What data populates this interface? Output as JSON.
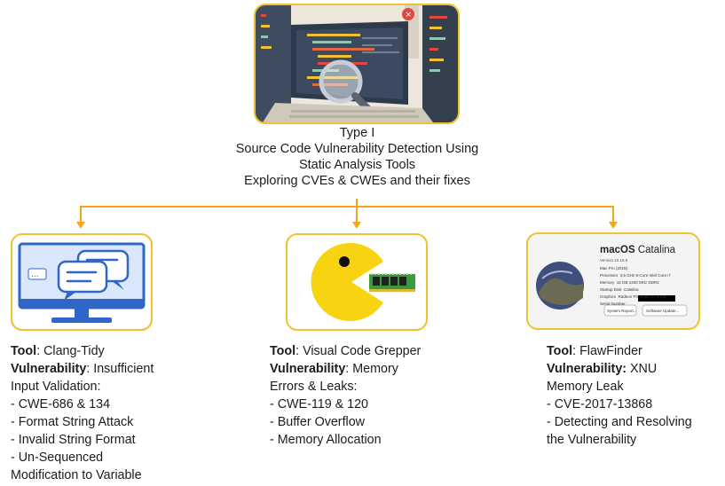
{
  "header": {
    "lines": [
      "Type I",
      "Source Code Vulnerability Detection Using",
      "Static Analysis Tools",
      "Exploring CVEs & CWEs and their fixes"
    ]
  },
  "colors": {
    "accent": "#f2a71b",
    "card_border": "#f2c12e",
    "monitor_blue": "#2f66c8",
    "pacman": "#f7d312"
  },
  "tools": [
    {
      "tool_label": "Tool",
      "tool_name": ": Clang-Tidy",
      "vuln_label": "Vulnerability",
      "vuln_line1": ": Insufficient",
      "vuln_rest": [
        "Input Validation:",
        "- CWE-686 & 134",
        "- Format String Attack",
        "- Invalid String Format",
        "- Un-Sequenced",
        "Modification to Variable"
      ],
      "icon": "chat-monitor-icon",
      "screen_text": "..."
    },
    {
      "tool_label": "Tool",
      "tool_name": ": Visual Code Grepper",
      "vuln_label": "Vulnerability",
      "vuln_line1": ": Memory",
      "vuln_rest": [
        "Errors & Leaks:",
        "- CWE-119 & 120",
        "- Buffer Overflow",
        "- Memory Allocation"
      ],
      "icon": "pacman-memory-icon"
    },
    {
      "tool_label": "Tool",
      "tool_name": ": FlawFinder",
      "vuln_label": "Vulnerability:",
      "vuln_line1": " XNU",
      "vuln_rest": [
        "Memory Leak",
        "- CVE-2017-13868",
        "- Detecting and Resolving",
        "the Vulnerability"
      ],
      "icon": "macos-about-icon"
    }
  ],
  "macos": {
    "title_a": "macOS",
    "title_b": "Catalina",
    "version": "Version 10.15.5",
    "rows": [
      {
        "k": "Mac Pro (2019)",
        "v": ""
      },
      {
        "k": "Processor",
        "v": "3,6 GHz 8-Core Intel Core i7"
      },
      {
        "k": "Memory",
        "v": "16 GB 2400 MHz DDR4"
      },
      {
        "k": "Startup Disk",
        "v": "Catalina"
      },
      {
        "k": "Graphics",
        "v": "Radeon Pro 5700 XT 8 GB"
      },
      {
        "k": "Serial Number",
        "v": ""
      }
    ],
    "btn1": "System Report...",
    "btn2": "Software Update..."
  }
}
